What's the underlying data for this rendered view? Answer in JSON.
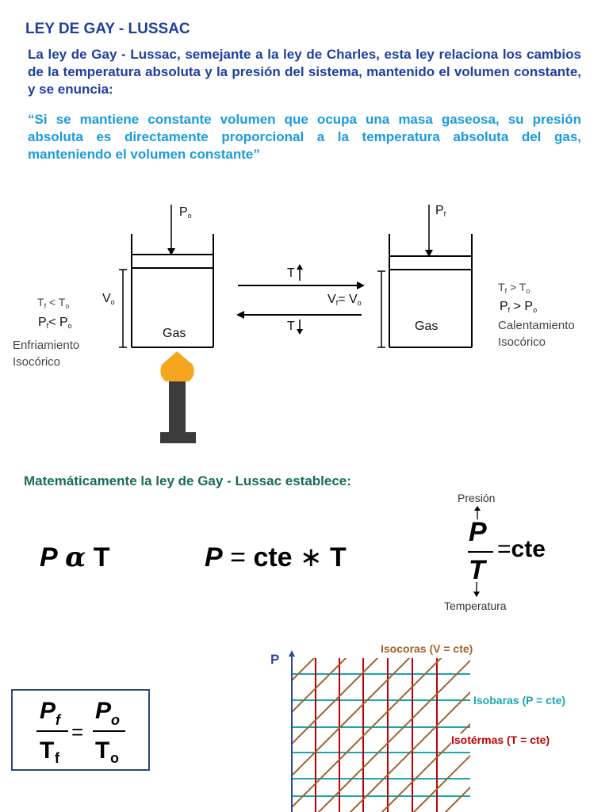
{
  "title": "LEY DE GAY - LUSSAC",
  "intro": "La ley de Gay - Lussac, semejante a la ley de Charles, esta ley relaciona los cambios de la temperatura absoluta y la presión del sistema, mantenido el volumen constante, y se enuncia:",
  "quote": "“Si se mantiene constante volumen que ocupa una masa gaseosa, su presión absoluta es directamente proporcional a la temperatura absoluta del gas, manteniendo el volumen constante”",
  "diagram": {
    "left_cylinder": {
      "gas": "Gas"
    },
    "right_cylinder": {
      "gas": "Gas"
    },
    "left_notes": {
      "cond2_note": "Enfriamiento",
      "cond3_note": "Isocórico"
    },
    "right_notes": {
      "note1": "Calentamiento",
      "note2": "Isocórico"
    },
    "arrows": {
      "up": "T",
      "down": "T"
    }
  },
  "math": {
    "heading": "Matemáticamente la ley de Gay - Lussac establece:",
    "eq2_cte": "cte",
    "eq3_cte": "cte",
    "pressure": "Presión",
    "temperature": "Temperatura"
  },
  "graph": {
    "axis": "P",
    "isocoras": "Isocoras (V = cte)",
    "isobaras": "Isobaras (P = cte)",
    "isotermas": "Isotérmas (T = cte)",
    "colors": {
      "isocoras": "#a0622d",
      "isobaras": "#1aa5b0",
      "isotermas": "#c00000"
    }
  }
}
